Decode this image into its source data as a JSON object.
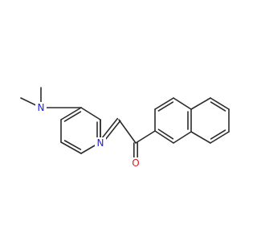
{
  "molecule": {
    "atoms": [
      {
        "id": "N1",
        "label": "N",
        "color": "#1f1fd6"
      },
      {
        "id": "N2",
        "label": "N",
        "color": "#1f1fd6"
      },
      {
        "id": "O1",
        "label": "O",
        "color": "#e01a1a"
      }
    ],
    "colors": {
      "bond": "#2b2b2b",
      "background": "#ffffff"
    }
  }
}
